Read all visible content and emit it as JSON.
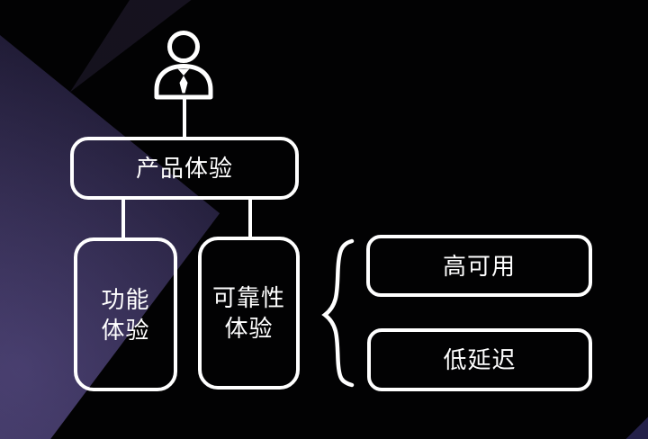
{
  "diagram": {
    "nodes": {
      "root": "产品体验",
      "functional": "功能\n体验",
      "reliability": "可靠性\n体验",
      "high_availability": "高可用",
      "low_latency": "低延迟"
    },
    "icons": {
      "person": "person-icon",
      "brace": "curly-brace"
    },
    "colors": {
      "background": "#020203",
      "wedge_indigo": "#2e2848",
      "glow_purple": "#7e6ebc",
      "corner_indigo": "#3a3470",
      "stroke": "#ffffff",
      "text": "#ffffff"
    }
  }
}
